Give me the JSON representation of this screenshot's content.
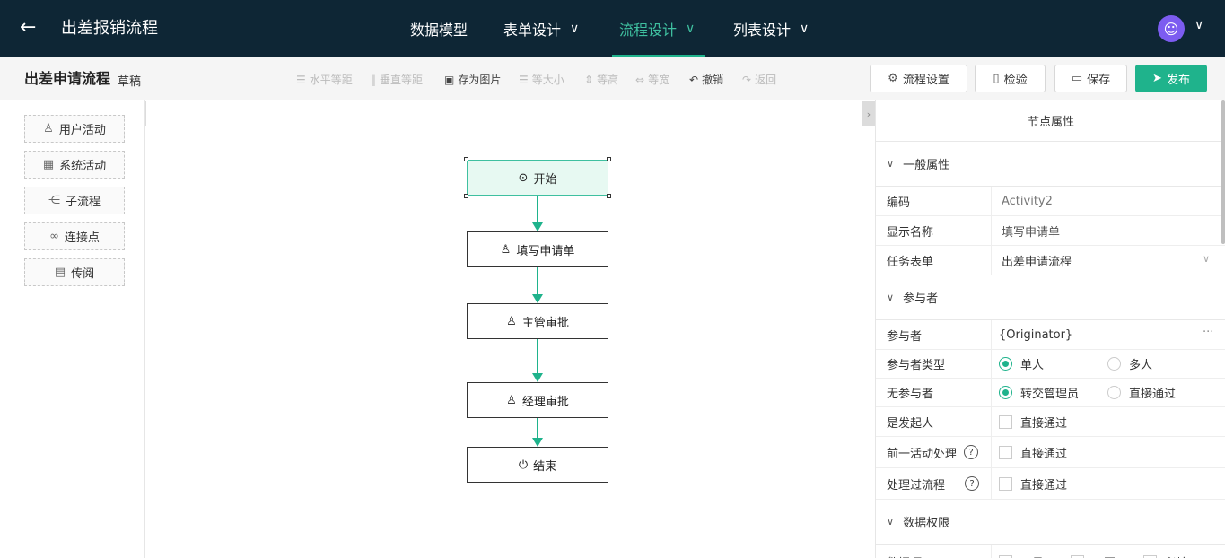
{
  "header": {
    "title": "出差报销流程",
    "nav": [
      {
        "label": "数据模型"
      },
      {
        "label": "表单设计"
      },
      {
        "label": "流程设计"
      },
      {
        "label": "列表设计"
      }
    ],
    "accent": "#1fb38c",
    "background": "#0e2635"
  },
  "toolbar": {
    "page_title": "出差申请流程",
    "status": "草稿",
    "tools": [
      "水平等距",
      "垂直等距",
      "存为图片",
      "等大小",
      "等高",
      "等宽",
      "撤销",
      "返回"
    ],
    "buttons": {
      "settings": "流程设置",
      "check": "检验",
      "save": "保存",
      "publish": "发布"
    }
  },
  "palette": {
    "items": [
      "用户活动",
      "系统活动",
      "子流程",
      "连接点",
      "传阅"
    ]
  },
  "flow": {
    "nodes": [
      "开始",
      "填写申请单",
      "主管审批",
      "经理审批",
      "结束"
    ]
  },
  "props": {
    "title": "节点属性",
    "sections": {
      "general": "一般属性",
      "participants": "参与者",
      "data_perm": "数据权限"
    },
    "code_label": "编码",
    "code_value": "Activity2",
    "name_label": "显示名称",
    "name_value": "填写申请单",
    "form_label": "任务表单",
    "form_value": "出差申请流程",
    "participant_label": "参与者",
    "participant_value": "{Originator}",
    "ptype_label": "参与者类型",
    "ptype_options": [
      "单人",
      "多人"
    ],
    "none_label": "无参与者",
    "none_options": [
      "转交管理员",
      "直接通过"
    ],
    "initiator_label": "是发起人",
    "prev_label": "前一活动处理",
    "processed_label": "处理过流程",
    "direct_pass": "直接通过",
    "data_item_label": "数据项",
    "data_cols": [
      "可见",
      "可写",
      "必填"
    ]
  }
}
